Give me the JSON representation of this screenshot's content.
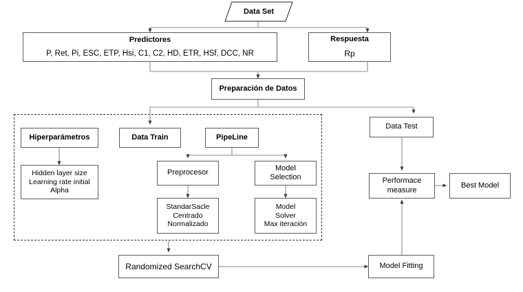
{
  "diagram": {
    "title": "Machine Learning Workflow Flowchart",
    "language": "es",
    "colors": {
      "box_border": "#5a5a5a",
      "dashed_border": "#2b2b2b",
      "connector": "#808080",
      "background": "#ffffff",
      "text": "#000000"
    }
  },
  "nodes": {
    "data_set": {
      "label": "Data Set",
      "shape": "parallelogram"
    },
    "predictores": {
      "title": "Predictores",
      "sub": "P, Ret, Pi, ESC, ETP, Hsi, C1, C2, HD, ETR, HSf, DCC, NR"
    },
    "respuesta": {
      "title": "Respuesta",
      "sub": "Rp"
    },
    "preparacion": {
      "title": "Preparación de Datos"
    },
    "hiperparametros": {
      "title": "Hiperparámetros"
    },
    "hiperparametros_detail": {
      "line1": "Hidden layer size",
      "line2": "Learning rate initial",
      "line3": "Alpha"
    },
    "data_train": {
      "title": "Data Train"
    },
    "pipeline": {
      "title": "PipeLine"
    },
    "preprocesor": {
      "label": "Preprocesor"
    },
    "preprocesor_detail": {
      "line1": "StandarSacle",
      "line2": "Centrado",
      "line3": "Normalizado"
    },
    "model_selection": {
      "line1": "Model",
      "line2": "Selection"
    },
    "model_selection_detail": {
      "line1": "Model",
      "line2": "Solver",
      "line3": "Max iteración"
    },
    "data_test": {
      "label": "Data Test"
    },
    "performace_measure": {
      "line1": "Performace",
      "line2": "measure"
    },
    "best_model": {
      "label": "Best Model"
    },
    "randomized_searchcv": {
      "label": "Randomized SearchCV"
    },
    "model_fitting": {
      "label": "Model Fitting"
    }
  },
  "groups": {
    "training_group": {
      "label": ""
    }
  }
}
